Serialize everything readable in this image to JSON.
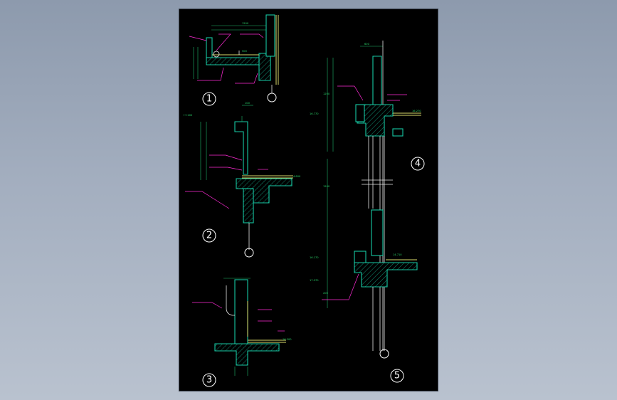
{
  "colors": {
    "background_top": "#8d9aad",
    "sheet": "#000000",
    "wall_outline": "#17c9a3",
    "dimension": "#1fb86a",
    "leader_note": "#ff2bd6",
    "finish_line": "#d8d86a",
    "text_white": "#ffffff"
  },
  "details": [
    {
      "id": "d1",
      "number": "1"
    },
    {
      "id": "d2",
      "number": "2"
    },
    {
      "id": "d3",
      "number": "3"
    },
    {
      "id": "d4",
      "number": "4"
    },
    {
      "id": "d5",
      "number": "5"
    }
  ],
  "elevations": {
    "d2_top": "+7.200",
    "d2_floor": "4.800",
    "d3_floor": "16.200",
    "d4_top": "16.270",
    "d4_a": "16.770",
    "d5_a": "16.170",
    "d5_b": "17.570",
    "d5_c": "14.710"
  },
  "dims": {
    "d1_top": "1200",
    "d1_mid": "500",
    "d2_top": "100",
    "d4_top": "600",
    "d4_v1": "1200",
    "d4_v2": "1200",
    "d5_v": "200"
  }
}
